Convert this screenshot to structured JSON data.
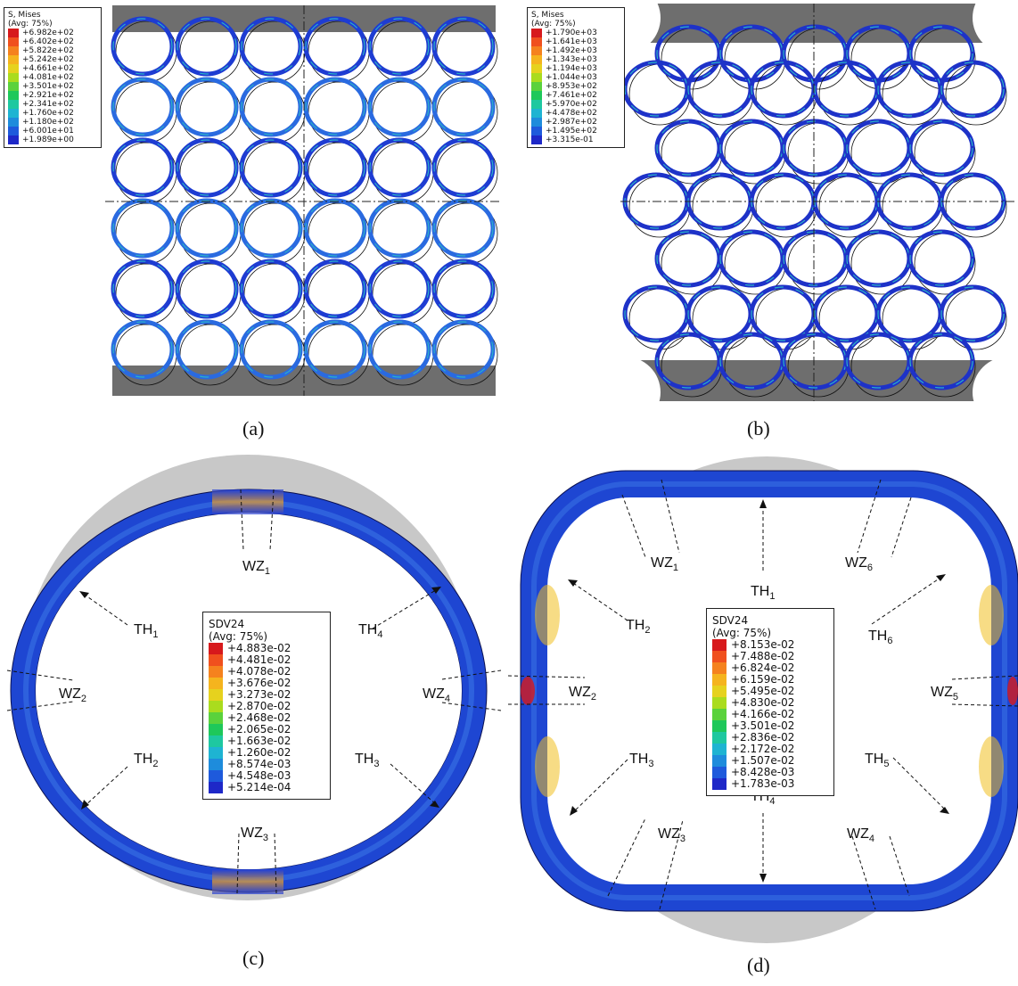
{
  "captions": {
    "a": "(a)",
    "b": "(b)",
    "c": "(c)",
    "d": "(d)"
  },
  "legend_a": {
    "title1": "S, Mises",
    "title2": "(Avg: 75%)",
    "values": [
      "+6.982e+02",
      "+6.402e+02",
      "+5.822e+02",
      "+5.242e+02",
      "+4.661e+02",
      "+4.081e+02",
      "+3.501e+02",
      "+2.921e+02",
      "+2.341e+02",
      "+1.760e+02",
      "+1.180e+02",
      "+6.001e+01",
      "+1.989e+00"
    ]
  },
  "legend_b": {
    "title1": "S, Mises",
    "title2": "(Avg: 75%)",
    "values": [
      "+1.790e+03",
      "+1.641e+03",
      "+1.492e+03",
      "+1.343e+03",
      "+1.194e+03",
      "+1.044e+03",
      "+8.953e+02",
      "+7.461e+02",
      "+5.970e+02",
      "+4.478e+02",
      "+2.987e+02",
      "+1.495e+02",
      "+3.315e-01"
    ]
  },
  "legend_c": {
    "title1": "SDV24",
    "title2": "(Avg: 75%)",
    "values": [
      "+4.883e-02",
      "+4.481e-02",
      "+4.078e-02",
      "+3.676e-02",
      "+3.273e-02",
      "+2.870e-02",
      "+2.468e-02",
      "+2.065e-02",
      "+1.663e-02",
      "+1.260e-02",
      "+8.574e-03",
      "+4.548e-03",
      "+5.214e-04"
    ]
  },
  "legend_d": {
    "title1": "SDV24",
    "title2": "(Avg: 75%)",
    "values": [
      "+8.153e-02",
      "+7.488e-02",
      "+6.824e-02",
      "+6.159e-02",
      "+5.495e-02",
      "+4.830e-02",
      "+4.166e-02",
      "+3.501e-02",
      "+2.836e-02",
      "+2.172e-02",
      "+1.507e-02",
      "+8.428e-03",
      "+1.783e-03"
    ]
  },
  "scale_colors": [
    "#d7191c",
    "#f0501e",
    "#f5821e",
    "#f5b41e",
    "#e6d21e",
    "#aadc1e",
    "#5ad23c",
    "#1ec85a",
    "#1ec8a0",
    "#1eb4d2",
    "#1e8cdc",
    "#1e5adc",
    "#1e28c8"
  ],
  "labels_c": {
    "wz": "WZ",
    "th": "TH",
    "wz1": "1",
    "wz2": "2",
    "wz3": "3",
    "wz4": "4",
    "th1": "1",
    "th2": "2",
    "th3": "3",
    "th4": "4"
  },
  "labels_d": {
    "wz": "WZ",
    "th": "TH",
    "wz1": "1",
    "wz2": "2",
    "wz3": "3",
    "wz4": "4",
    "wz5": "5",
    "wz6": "6",
    "th1": "1",
    "th2": "2",
    "th3": "3",
    "th4": "4",
    "th5": "5",
    "th6": "6"
  }
}
